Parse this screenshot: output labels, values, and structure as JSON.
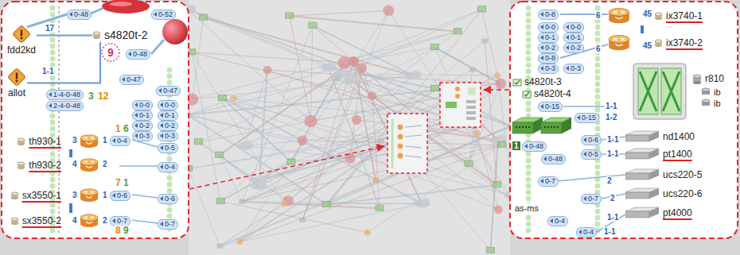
{
  "diagram": {
    "nodes": [
      {
        "text": [
          "fdd2kd"
        ]
      },
      {
        "text": [
          "allot"
        ]
      },
      {
        "text": [
          "s4820t-2"
        ]
      },
      {
        "text": [
          "th930-1"
        ]
      },
      {
        "text": [
          "th930-2"
        ]
      },
      {
        "text": [
          "sx3550-1"
        ]
      },
      {
        "text": [
          "sx3550-2"
        ]
      },
      {
        "text": [
          "ix3740-1"
        ]
      },
      {
        "text": [
          "ix3740-2"
        ]
      },
      {
        "text": [
          "r810"
        ]
      },
      {
        "text": [
          "s4820t-3"
        ]
      },
      {
        "text": [
          "s4820t-4"
        ]
      },
      {
        "text": [
          "nd1400"
        ]
      },
      {
        "text": [
          "pt1400"
        ]
      },
      {
        "text": [
          "ucs220-5"
        ]
      },
      {
        "text": [
          "ucs220-6"
        ]
      },
      {
        "text": [
          "pt4000"
        ]
      }
    ],
    "edges": [
      {
        "from": 0,
        "to": 2,
        "arrow": "none"
      },
      {
        "from": 1,
        "to": 2,
        "arrow": "none"
      },
      {
        "from": 3,
        "to": 4,
        "arrow": "none"
      },
      {
        "from": 5,
        "to": 6,
        "arrow": "none"
      },
      {
        "from": 7,
        "to": 8,
        "arrow": "none"
      }
    ],
    "labels": [
      "0-48",
      "0-52",
      "17",
      "9",
      "0-48",
      "1-1",
      "0-47",
      "0-47",
      "1-4-0-48",
      "3",
      "12",
      "0-0",
      "0-0",
      "2-4-0-48",
      "0-1",
      "0-1",
      "0-2",
      "0-2",
      "1",
      "6",
      "0-3",
      "0-3",
      "3",
      "1",
      "0-4",
      "0-5",
      "4",
      "2",
      "0-4",
      "7",
      "1",
      "3",
      "1",
      "0-6",
      "0-6",
      "4",
      "2",
      "0-7",
      "0-7",
      "8",
      "9",
      "0-8",
      "6",
      "45",
      "0-0",
      "0-0",
      "0-1",
      "0-1",
      "0-2",
      "0-2",
      "0-8",
      "6",
      "45",
      "0-3",
      "0-3",
      "ib",
      "ib",
      "0-15",
      "1-1",
      "0-15",
      "1-2",
      "1",
      "0-48",
      "0-6",
      "1-1",
      "0-48",
      "0-5",
      "1-1",
      "as-ms",
      "0-7",
      "2",
      "0-7",
      "2",
      "0-4",
      "1-1",
      "0-4",
      "1-1"
    ]
  }
}
